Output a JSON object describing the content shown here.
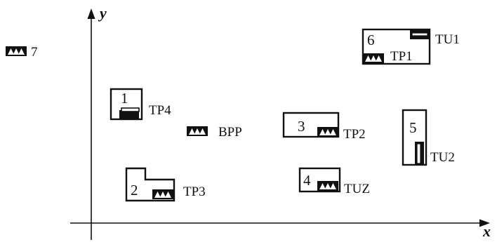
{
  "axes": {
    "x_label": "x",
    "y_label": "y"
  },
  "legend": {
    "label": "7",
    "icon": "transformer-station-icon"
  },
  "stations": [
    {
      "number": "1",
      "label": "TP4"
    },
    {
      "number": "2",
      "label": "TP3"
    },
    {
      "number": "3",
      "label": "TP2"
    },
    {
      "number": "4",
      "label": "TUZ"
    },
    {
      "number": "5",
      "label": "TU2"
    },
    {
      "number": "6",
      "label": "TP1",
      "label2": "TU1"
    }
  ],
  "standalone": {
    "label": "BPP",
    "icon": "transformer-station-icon"
  },
  "colors": {
    "ink": "#111111",
    "background": "#ffffff"
  }
}
